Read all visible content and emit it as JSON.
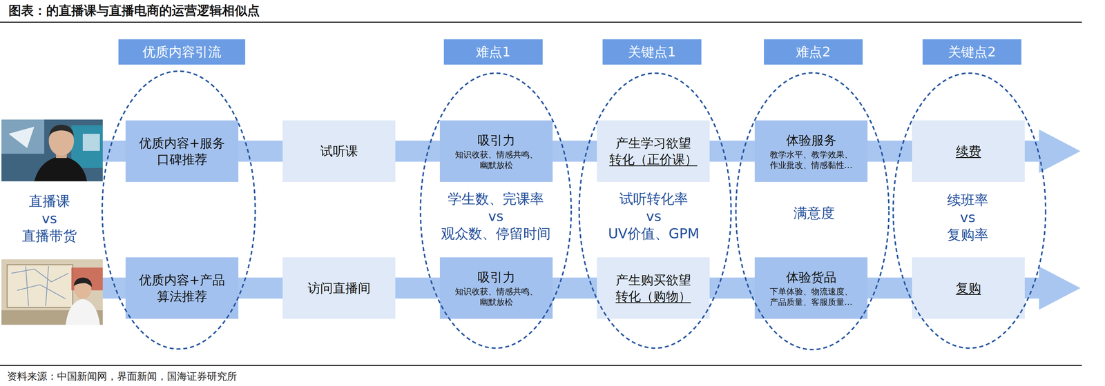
{
  "diagram": {
    "title": "图表：的直播课与直播电商的运营逻辑相似点",
    "nodes": [
      {
        "text": [
          "优质内容引流"
        ]
      },
      {
        "text": [
          "难点1"
        ]
      },
      {
        "text": [
          "关键点1"
        ]
      },
      {
        "text": [
          "难点2"
        ]
      },
      {
        "text": [
          "关键点2"
        ]
      },
      {
        "text": [
          "优质内容+服务 口碑推荐"
        ]
      },
      {
        "text": [
          "试听课"
        ]
      },
      {
        "text": [
          "吸引力",
          "知识收获、情感共鸣、幽默放松"
        ]
      },
      {
        "text": [
          "产生学习欲望",
          "转化（正价课）"
        ]
      },
      {
        "text": [
          "体验服务",
          "教学水平、教学效果、作业批改、情感黏性…"
        ]
      },
      {
        "text": [
          "续费"
        ]
      },
      {
        "text": [
          "优质内容+产品 算法推荐"
        ]
      },
      {
        "text": [
          "访问直播间"
        ]
      },
      {
        "text": [
          "吸引力",
          "知识收获、情感共鸣、幽默放松"
        ]
      },
      {
        "text": [
          "产生购买欲望",
          "转化（购物）"
        ]
      },
      {
        "text": [
          "体验货品",
          "下单体验、物流速度、产品质量、客服质量…"
        ]
      },
      {
        "text": [
          "复购"
        ]
      }
    ],
    "edges": [
      {
        "from": 5,
        "to": 6,
        "arrow": "none"
      },
      {
        "from": 6,
        "to": 7,
        "arrow": "none"
      },
      {
        "from": 7,
        "to": 8,
        "arrow": "none"
      },
      {
        "from": 8,
        "to": 9,
        "arrow": "none"
      },
      {
        "from": 9,
        "to": 10,
        "arrow": "none"
      },
      {
        "from": 11,
        "to": 12,
        "arrow": "none"
      },
      {
        "from": 12,
        "to": 13,
        "arrow": "none"
      },
      {
        "from": 13,
        "to": 14,
        "arrow": "none"
      },
      {
        "from": 14,
        "to": 15,
        "arrow": "none"
      },
      {
        "from": 15,
        "to": 16,
        "arrow": "none"
      }
    ],
    "labels": [
      "直播课 vs 直播带货",
      "学生数、完课率 vs 观众数、停留时间",
      "试听转化率 vs UV价值、GPM",
      "满意度",
      "续班率 vs 复购率",
      "资料来源：中国新闻网，界面新闻，国海证券研究所"
    ]
  }
}
